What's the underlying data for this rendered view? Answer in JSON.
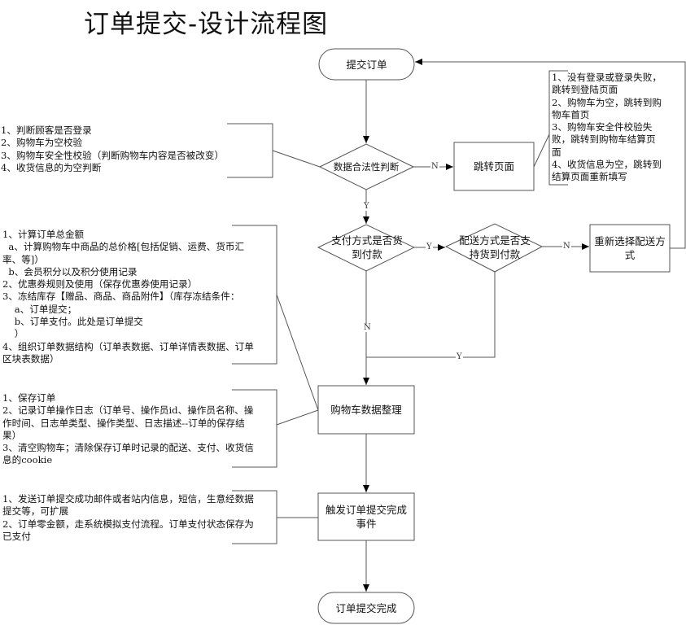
{
  "title": "订单提交-设计流程图",
  "nodes": {
    "start": "提交订单",
    "validate": "数据合法性判断",
    "redirect": "跳转页面",
    "pay_cod": "支付方式是否货到付款",
    "ship_cod": "配送方式是否支持货到付款",
    "reselect": "重新选择配送方式",
    "cart_data": "购物车数据整理",
    "trigger_event": "触发订单提交完成事件",
    "end": "订单提交完成"
  },
  "edge_labels": {
    "validate_no": "N",
    "validate_yes": "Y",
    "pay_yes": "Y",
    "pay_no": "N",
    "ship_no": "N",
    "ship_yes": "Y"
  },
  "notes": {
    "validate": "1、判断顾客是否登录\n2、购物车为空校验\n3、购物车安全性校验（判断购物车内容是否被改变）\n4、收货信息的为空判断",
    "redirect": "1、没有登录或登录失败，\n跳转到登陆页面\n2、购物车为空，跳转到购\n物车首页\n3、购物车安全件校验失\n败，跳转到购物车结算页\n面\n4、收货信息为空，跳转到\n结算页面重新填写",
    "calc": "1、计算订单总金额\n  a、计算购物车中商品的总价格[包括促销、运费、货币汇\n率、等]）\n  b、会员积分以及积分使用记录\n2、优惠券规则及使用（保存优惠券使用记录）\n3、冻结库存【赠品、商品、商品附件】（库存冻结条件：\n    a、订单提交；\n    b、订单支付。此处是订单提交\n    ）\n4、组织订单数据结构（订单表数据、订单详情表数据、订单\n区块表数据）",
    "save": "1、保存订单\n2、记录订单操作日志（订单号、操作员id、操作员名称、操\n作时间、日志单类型、操作类型、日志描述--订单的保存结\n果）\n3、清空购物车；清除保存订单时记录的配送、支付、收货信\n息的cookie",
    "notify": "1、发送订单提交成功邮件或者站内信息，短信，生意经数据\n提交等，可扩展\n2、订单零金额，走系统模拟支付流程。订单支付状态保存为\n已支付"
  }
}
